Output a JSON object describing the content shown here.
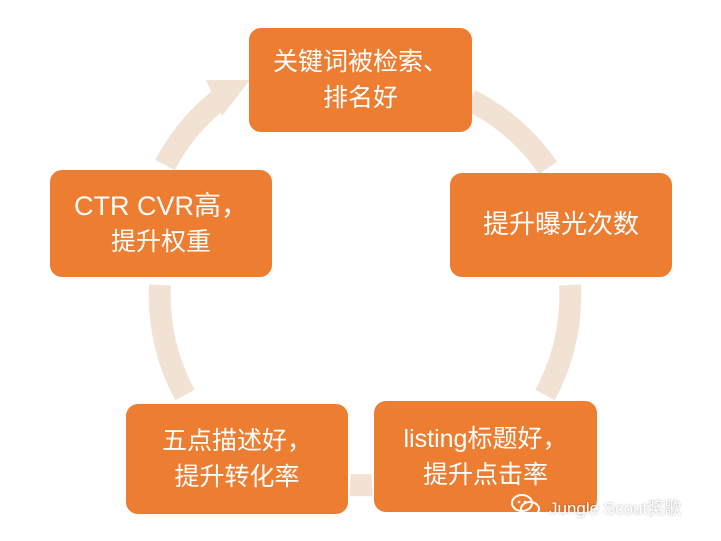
{
  "colors": {
    "node_fill": "#ed7d31",
    "ring": "#f1e2d3",
    "text": "#ffffff"
  },
  "nodes": [
    {
      "lines": [
        "关键词被检索、",
        "排名好"
      ]
    },
    {
      "lines": [
        "提升曝光次数"
      ]
    },
    {
      "lines": [
        "listing标题好，",
        "提升点击率"
      ]
    },
    {
      "lines": [
        "五点描述好，",
        "提升转化率"
      ]
    },
    {
      "lines": [
        "CTR CVR高，",
        "提升权重"
      ]
    }
  ],
  "watermark": {
    "icon": "wechat-icon",
    "text": "Jungle Scout奖歌"
  }
}
